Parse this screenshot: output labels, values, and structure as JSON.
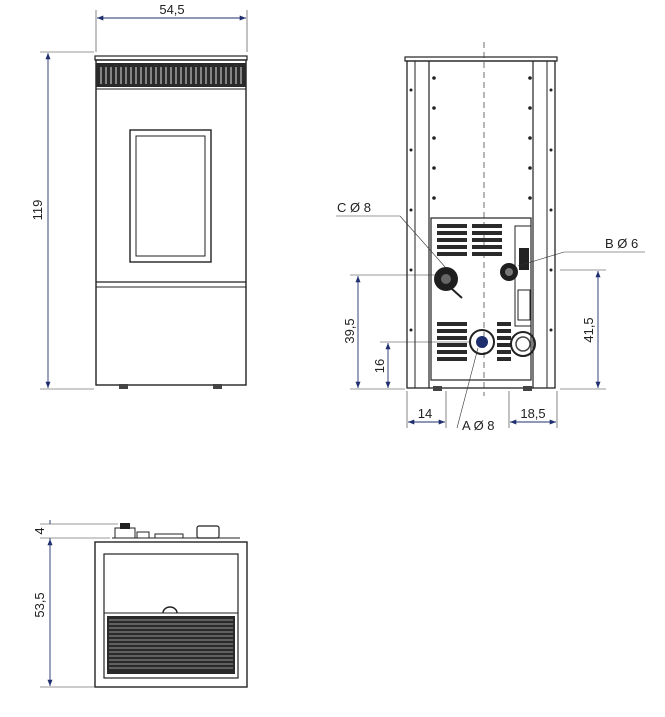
{
  "dimensions": {
    "front_width": "54,5",
    "front_height": "119",
    "back_c_height": "39,5",
    "back_a_height": "16",
    "back_b_height": "41,5",
    "back_a_offset": "14",
    "back_b_offset": "18,5",
    "top_offset": "4",
    "top_depth": "53,5"
  },
  "connections": {
    "c_label": "C Ø 8",
    "b_label": "B Ø 6",
    "a_label": "A Ø 8"
  }
}
